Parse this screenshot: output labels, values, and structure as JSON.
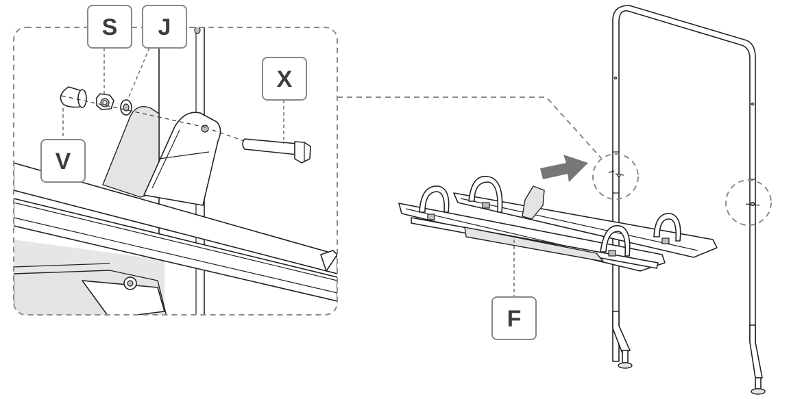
{
  "labels": {
    "s": "S",
    "j": "J",
    "x": "X",
    "v": "V",
    "f": "F"
  },
  "colors": {
    "label_border": "#888888",
    "label_text": "#3d3d3d",
    "arrow": "#777777",
    "callout_dash": "#8a8a8a"
  }
}
